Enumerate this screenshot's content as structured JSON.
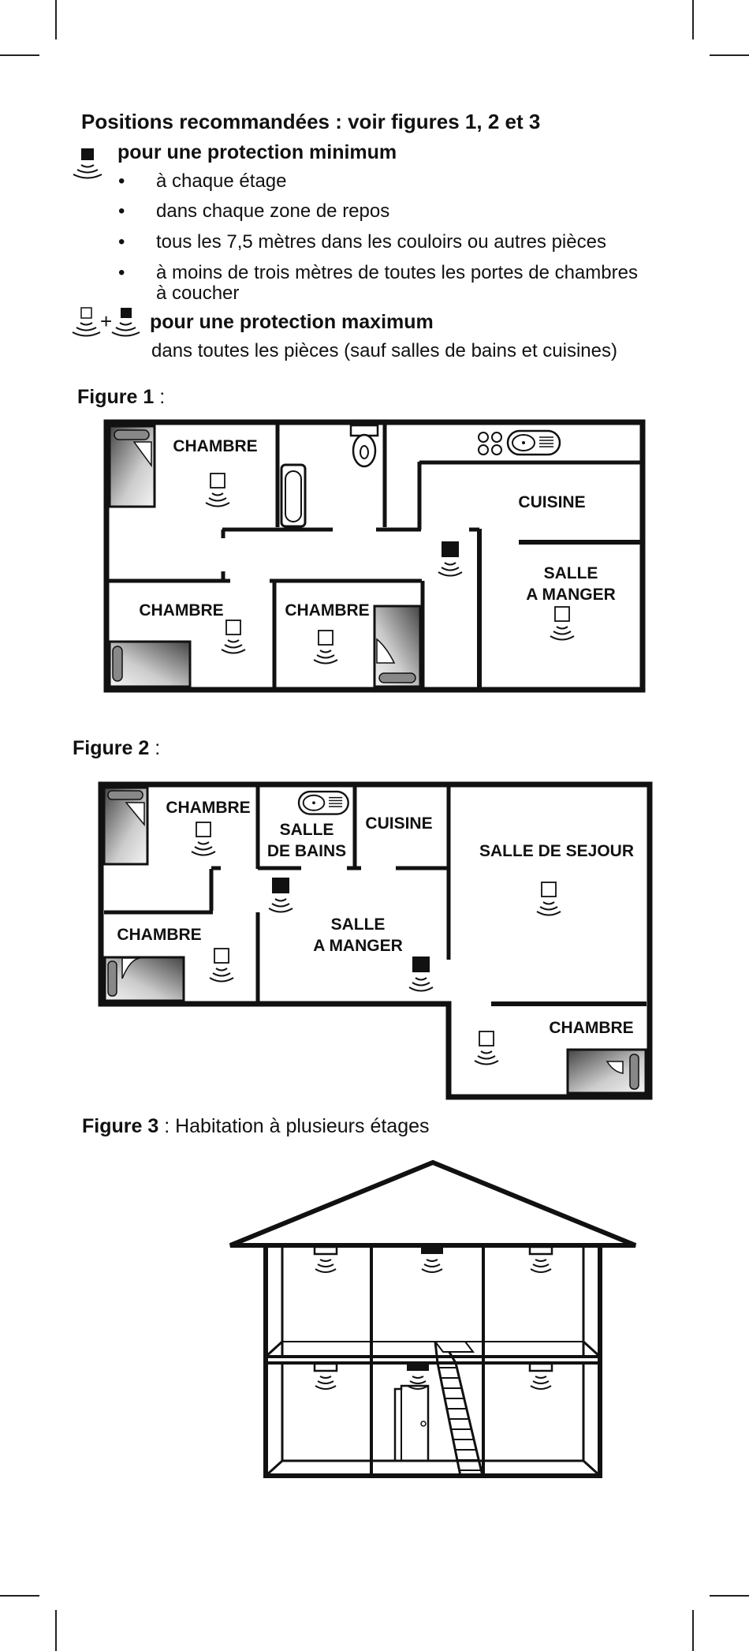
{
  "heading": "Positions recommandées : voir figures 1, 2 et 3",
  "min_protection": {
    "label": "pour une protection minimum",
    "items": [
      "à chaque étage",
      "dans chaque zone de repos",
      "tous les 7,5 mètres dans les couloirs ou autres pièces",
      "à moins de trois mètres de toutes les portes de chambres",
      "à coucher"
    ]
  },
  "max_protection": {
    "label": "pour une protection maximum",
    "detail": "dans toutes les pièces (sauf salles de bains et cuisines)",
    "plus": "+"
  },
  "bullet": "•",
  "figure1": {
    "label": "Figure 1",
    "suffix": " :",
    "rooms": [
      "CHAMBRE",
      "CUISINE",
      "SALLE",
      "A MANGER",
      "CHAMBRE",
      "CHAMBRE"
    ]
  },
  "figure2": {
    "label": "Figure 2",
    "suffix": " :",
    "rooms": [
      "CHAMBRE",
      "SALLE",
      "DE BAINS",
      "CUISINE",
      "SALLE DE SEJOUR",
      "CHAMBRE",
      "SALLE",
      "A MANGER",
      "CHAMBRE"
    ]
  },
  "figure3": {
    "label": "Figure 3",
    "caption": " : Habitation à plusieurs étages"
  },
  "icons": {
    "detector_filled": "smoke-detector-filled-icon",
    "detector_outline": "smoke-detector-outline-icon"
  }
}
